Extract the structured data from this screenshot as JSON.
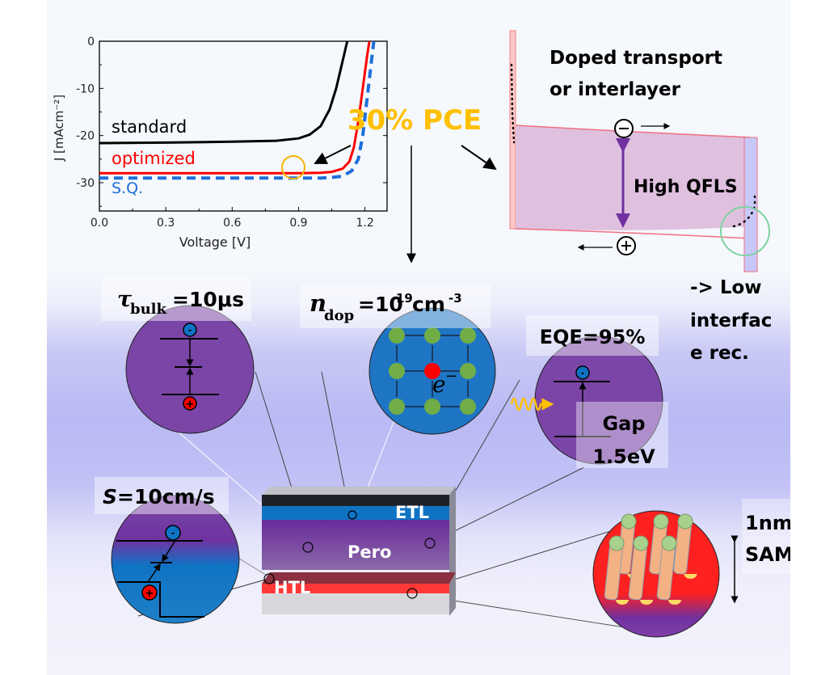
{
  "jv_plot": {
    "xlabel": "Voltage [V]",
    "ylabel": "J [mAcm⁻²]",
    "x_ticks": [
      "0.0",
      "0.3",
      "0.6",
      "0.9",
      "1.2"
    ],
    "y_ticks": [
      "0",
      "-10",
      "-20",
      "-30"
    ],
    "legend": {
      "standard": "standard",
      "optimized": "optimized",
      "sq": "S.Q."
    }
  },
  "chart_data": {
    "type": "line",
    "title": "",
    "xlabel": "Voltage [V]",
    "ylabel": "J [mAcm-2]",
    "xlim": [
      0,
      1.3
    ],
    "ylim": [
      -36,
      0
    ],
    "x_ticks": [
      0.0,
      0.3,
      0.6,
      0.9,
      1.2
    ],
    "y_ticks": [
      0,
      -10,
      -20,
      -30
    ],
    "series": [
      {
        "name": "standard",
        "color": "#000000",
        "style": "solid",
        "x": [
          0,
          0.3,
          0.6,
          0.8,
          0.9,
          0.95,
          1.0,
          1.04,
          1.07,
          1.09,
          1.11,
          1.12
        ],
        "y": [
          -21.6,
          -21.5,
          -21.3,
          -21.1,
          -20.6,
          -19.8,
          -18.0,
          -14.5,
          -10.0,
          -6.0,
          -2.0,
          0
        ]
      },
      {
        "name": "optimized",
        "color": "#ff0000",
        "style": "solid",
        "x": [
          0,
          0.3,
          0.6,
          0.9,
          1.0,
          1.05,
          1.1,
          1.13,
          1.15,
          1.17,
          1.19,
          1.21,
          1.22
        ],
        "y": [
          -28.0,
          -28.0,
          -28.0,
          -28.0,
          -27.9,
          -27.7,
          -27.0,
          -25.5,
          -22.5,
          -17.0,
          -10.0,
          -3.0,
          0
        ]
      },
      {
        "name": "S.Q.",
        "color": "#1e6fd9",
        "style": "dashed",
        "x": [
          0,
          0.3,
          0.6,
          0.9,
          1.0,
          1.05,
          1.1,
          1.14,
          1.17,
          1.19,
          1.21,
          1.23,
          1.24
        ],
        "y": [
          -29.0,
          -29.0,
          -29.0,
          -29.0,
          -29.0,
          -28.9,
          -28.6,
          -27.5,
          -25.0,
          -20.0,
          -12.0,
          -4.0,
          0
        ]
      }
    ],
    "annotations": [
      "orange circle at maximum power point of optimized curve"
    ],
    "legend": "inline"
  },
  "center": {
    "pce": "30% PCE",
    "pce_color": "#ffc000"
  },
  "band": {
    "title_line1": "Doped transport",
    "title_line2": "or interlayer",
    "qfls": "High QFLS",
    "electron": "⊖",
    "hole": "⊕",
    "low_line1": "-> Low",
    "low_line2": "interfac",
    "low_line3": "e rec."
  },
  "callouts": {
    "tau_sym": "τ",
    "tau_sub": "bulk",
    "tau_val": "=10μs",
    "n_sym": "n",
    "n_sub": "dop",
    "n_val": "=10",
    "n_exp": "19",
    "n_unit": "cm",
    "n_unit_exp": "-3",
    "e_sym": "e",
    "e_sup": "−",
    "eqe": "EQE=95%",
    "gap1": "Gap",
    "gap2": "1.5eV",
    "s_sym": "S",
    "s_val": "=10cm/s",
    "sam1": "1nm",
    "sam2": "SAM",
    "minus": "-",
    "plus": "+"
  },
  "stack": {
    "etl": "ETL",
    "pero": "Pero",
    "htl": "HTL"
  },
  "colors": {
    "perovskite": "#7b45a8",
    "etl": "#0f73c4",
    "htl": "#ff3030",
    "accent": "#ffc000",
    "qfls_arrow": "#7030a0"
  }
}
